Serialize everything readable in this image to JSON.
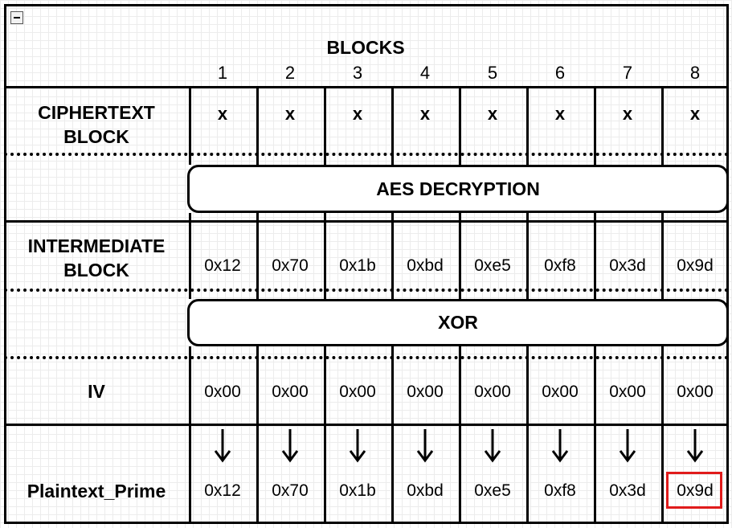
{
  "header": {
    "title": "BLOCKS",
    "block_numbers": [
      "1",
      "2",
      "3",
      "4",
      "5",
      "6",
      "7",
      "8"
    ]
  },
  "rows": {
    "ciphertext": {
      "label": "CIPHERTEXT\nBLOCK",
      "values": [
        "x",
        "x",
        "x",
        "x",
        "x",
        "x",
        "x",
        "x"
      ]
    },
    "aes": {
      "label": "AES DECRYPTION"
    },
    "intermediate": {
      "label": "INTERMEDIATE\nBLOCK",
      "values": [
        "0x12",
        "0x70",
        "0x1b",
        "0xbd",
        "0xe5",
        "0xf8",
        "0x3d",
        "0x9d"
      ]
    },
    "xor": {
      "label": "XOR"
    },
    "iv": {
      "label": "IV",
      "values": [
        "0x00",
        "0x00",
        "0x00",
        "0x00",
        "0x00",
        "0x00",
        "0x00",
        "0x00"
      ]
    },
    "plaintext": {
      "label": "Plaintext_Prime",
      "values": [
        "0x12",
        "0x70",
        "0x1b",
        "0xbd",
        "0xe5",
        "0xf8",
        "0x3d",
        "0x9d"
      ]
    }
  },
  "highlight": {
    "row": "plaintext",
    "column": 8,
    "color": "#e01b1b"
  },
  "icons": {
    "collapse": "collapse-minus-icon",
    "arrow": "arrow-down-icon"
  }
}
